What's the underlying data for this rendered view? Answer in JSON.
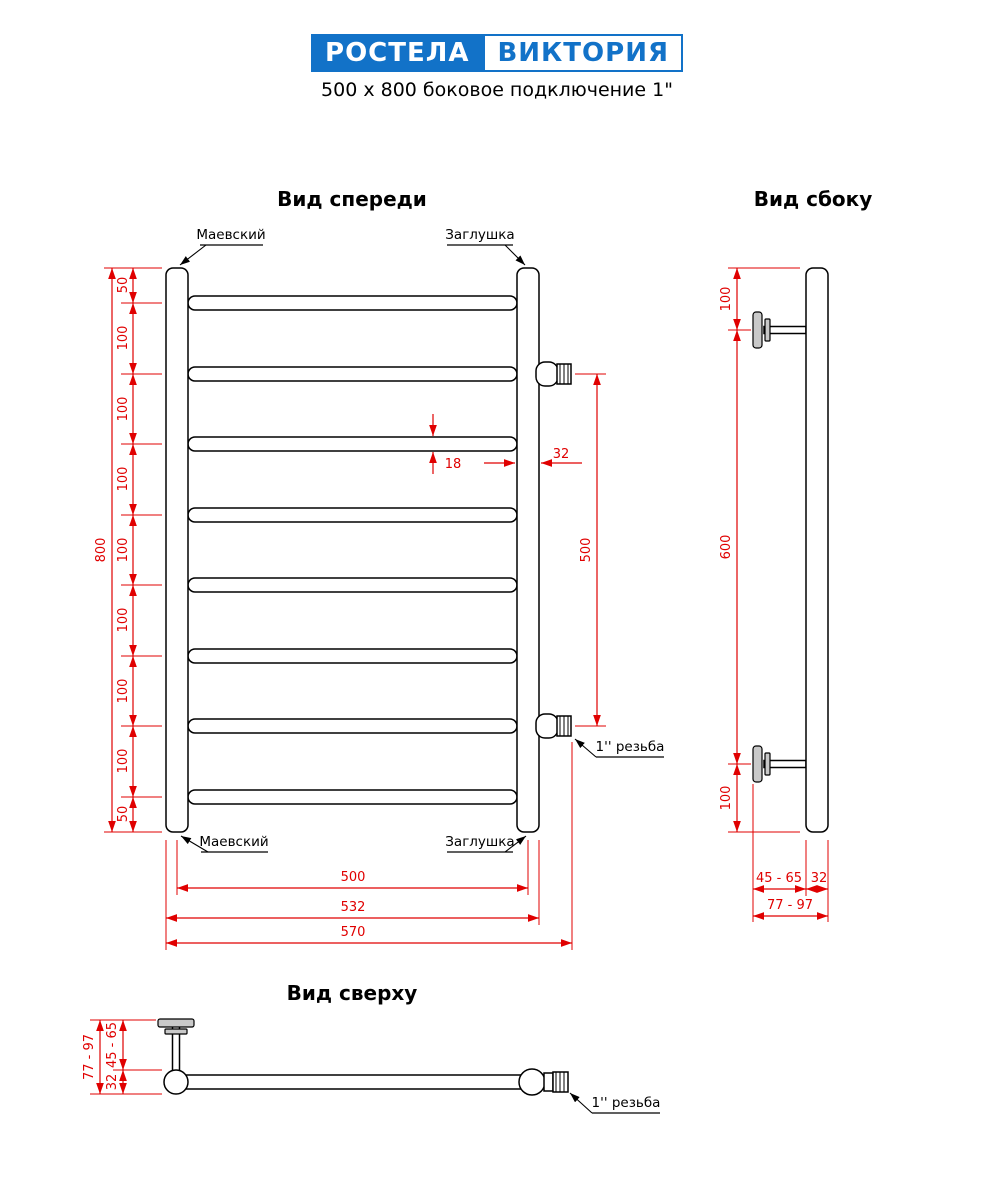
{
  "colors": {
    "accent_blue": "#1272c8",
    "dim_red": "#e00000",
    "line_black": "#000000",
    "metal_gray": "#c9c9c9"
  },
  "header": {
    "brand_left": "РОСТЕЛА",
    "brand_right": "ВИКТОРИЯ",
    "subtitle": "500 х 800 боковое подключение 1\""
  },
  "views": {
    "front": {
      "title": "Вид спереди",
      "labels": {
        "maevsky": "Маевский",
        "zaglushka": "Заглушка",
        "thread": "1'' резьба"
      },
      "dims": {
        "segments": [
          "50",
          "100",
          "100",
          "100",
          "100",
          "100",
          "100",
          "100",
          "50"
        ],
        "overall_height": "800",
        "tube_diameter": "18",
        "post_diameter": "32",
        "connection_spacing": "500",
        "width_axes": "500",
        "width_outer": "532",
        "width_total": "570"
      }
    },
    "side": {
      "title": "Вид сбоку",
      "dims": {
        "segments": [
          "100",
          "600",
          "100"
        ],
        "bracket_depth": "45 - 65",
        "bar_depth": "32",
        "total_depth": "77 - 97"
      }
    },
    "top": {
      "title": "Вид сверху",
      "labels": {
        "thread": "1'' резьба"
      },
      "dims": {
        "total_depth": "77 - 97",
        "bracket_depth": "45 - 65",
        "tube_diameter": "32"
      }
    }
  }
}
